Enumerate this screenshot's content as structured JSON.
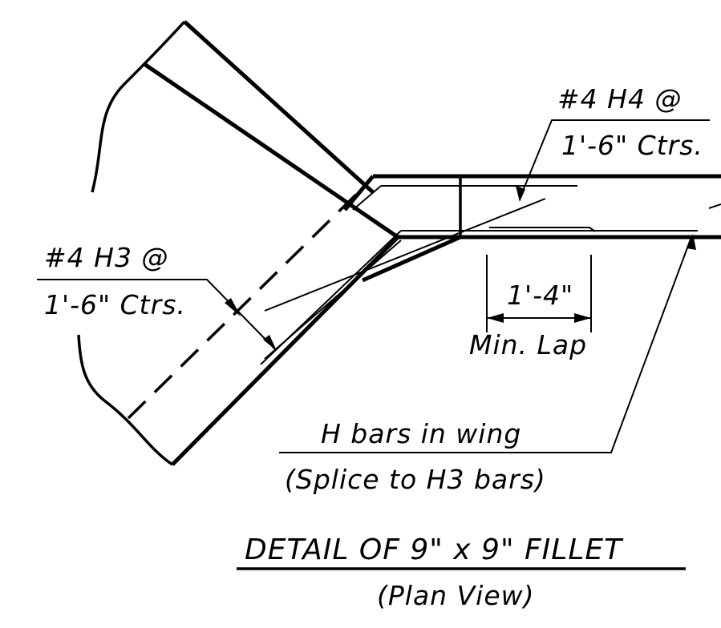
{
  "labels": {
    "h4_callout_line1": "#4 H4 @",
    "h4_callout_line2": "1'-6\" Ctrs.",
    "h3_callout_line1": "#4 H3 @",
    "h3_callout_line2": "1'-6\" Ctrs.",
    "lap_dimension": "1'-4\"",
    "lap_caption": "Min. Lap",
    "wing_note_line1": "H  bars in wing",
    "wing_note_line2": "(Splice to H3  bars)",
    "detail_title": "DETAIL OF  9\" x  9\" FILLET",
    "detail_subtitle": "(Plan View)"
  }
}
